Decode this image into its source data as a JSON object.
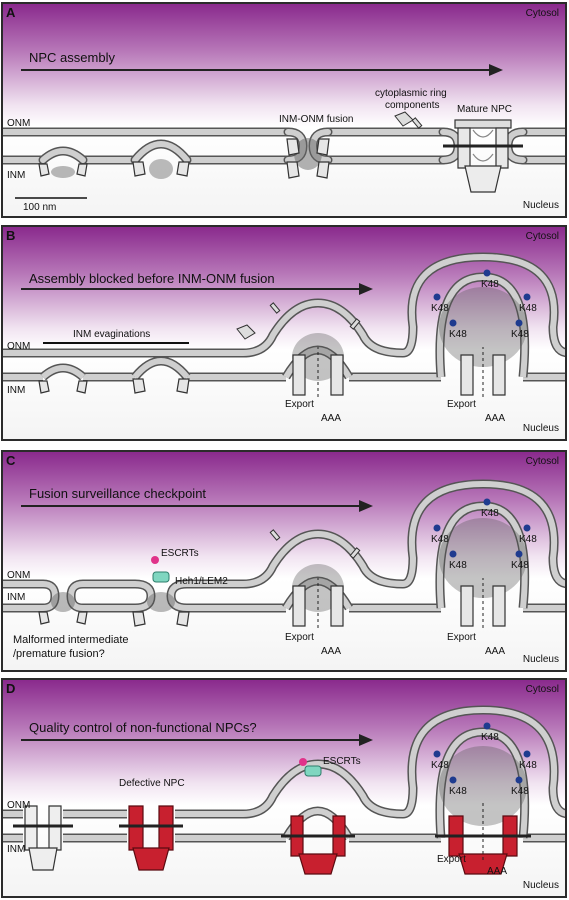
{
  "panels": [
    {
      "letter": "A",
      "cytosol": "Cytosol",
      "nucleus": "Nucleus",
      "title": "NPC assembly",
      "labels": {
        "onm": "ONM",
        "inm": "INM",
        "scale": "100 nm",
        "fusion": "INM-ONM fusion",
        "cyto_ring_1": "cytoplasmic ring",
        "cyto_ring_2": "components",
        "mature": "Mature NPC"
      }
    },
    {
      "letter": "B",
      "cytosol": "Cytosol",
      "nucleus": "Nucleus",
      "title": "Assembly blocked before INM-ONM fusion",
      "labels": {
        "onm": "ONM",
        "inm": "INM",
        "evag": "INM evaginations",
        "export": "Export",
        "aaa": "AAA",
        "k48": "K48"
      }
    },
    {
      "letter": "C",
      "cytosol": "Cytosol",
      "nucleus": "Nucleus",
      "title": "Fusion surveillance checkpoint",
      "labels": {
        "onm": "ONM",
        "inm": "INM",
        "escrt": "ESCRTs",
        "heh": "Heh1/LEM2",
        "malformed_1": "Malformed intermediate",
        "malformed_2": "/premature fusion?",
        "export": "Export",
        "aaa": "AAA",
        "k48": "K48"
      }
    },
    {
      "letter": "D",
      "cytosol": "Cytosol",
      "nucleus": "Nucleus",
      "title": "Quality control of non-functional NPCs?",
      "labels": {
        "onm": "ONM",
        "inm": "INM",
        "defective": "Defective NPC",
        "escrt": "ESCRTs",
        "export": "Export",
        "aaa": "AAA",
        "k48": "K48"
      }
    }
  ],
  "colors": {
    "membrane": "#9a9a9a",
    "membrane_edge": "#555555",
    "npc_gray": "#dcdcdc",
    "npc_red": "#c8202f",
    "escrt": "#7fd6c0",
    "ubiquitin": "#1f3b8f",
    "magenta": "#e0338a"
  }
}
